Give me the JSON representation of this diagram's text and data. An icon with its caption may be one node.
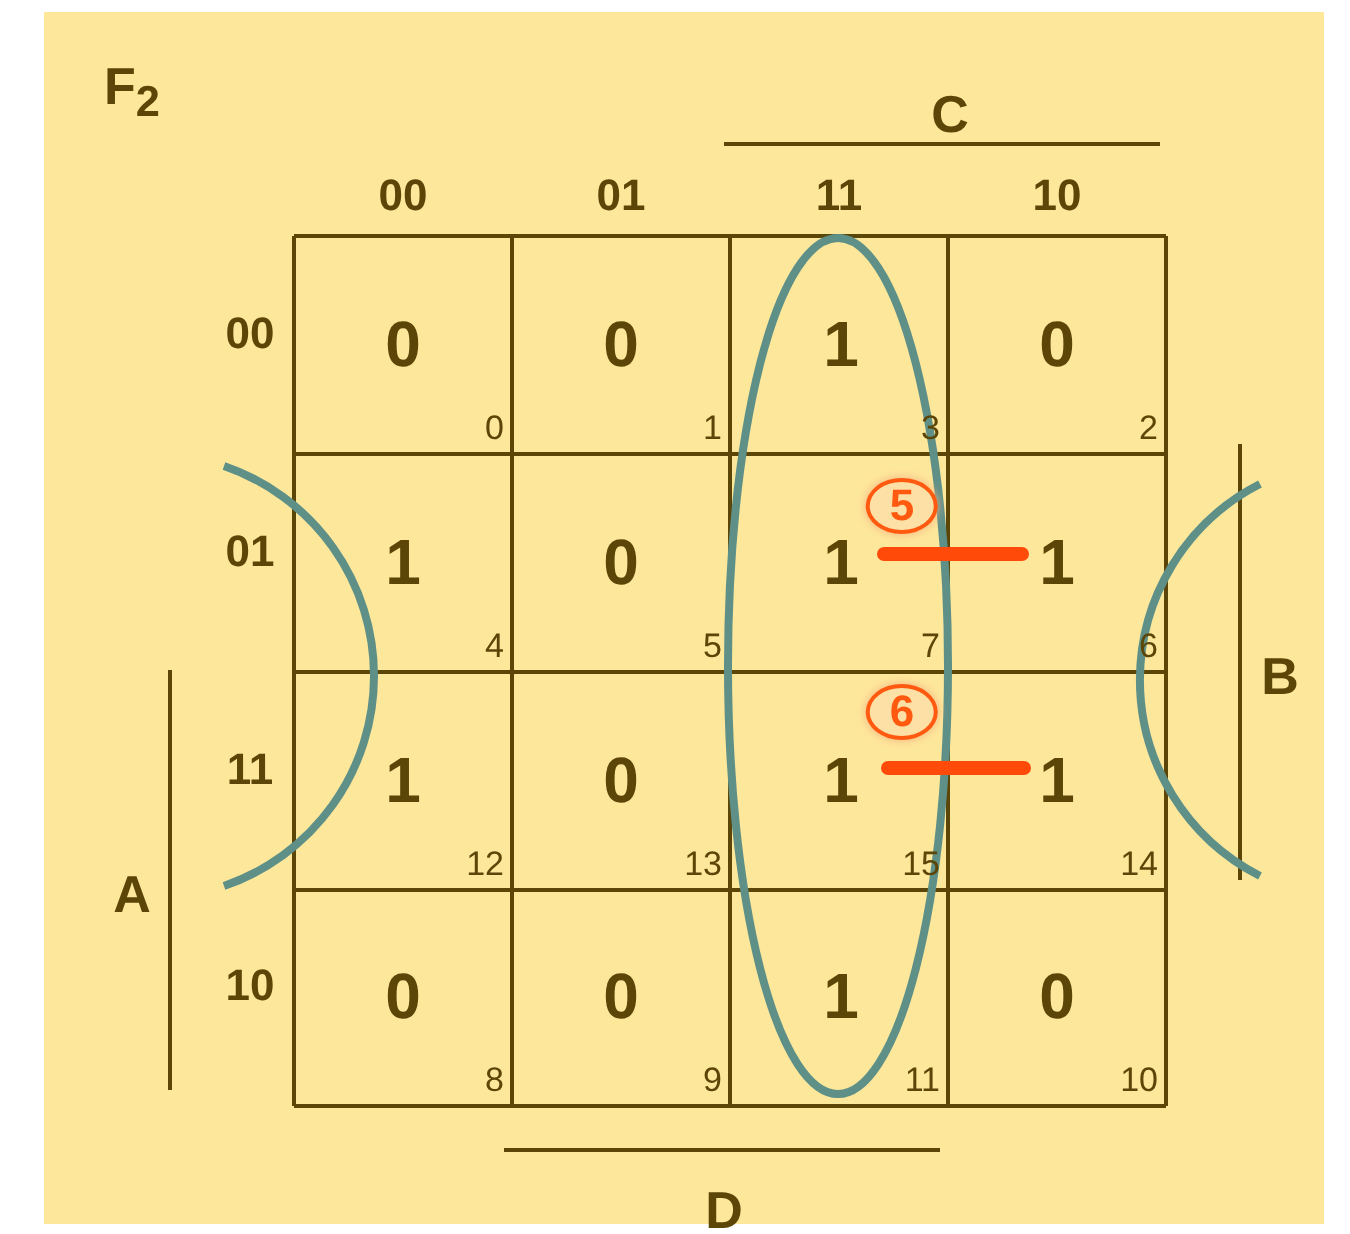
{
  "diagram": {
    "title": "F$_{2}$",
    "labels": [
      "C",
      "00",
      "01",
      "11",
      "10",
      "00",
      "0",
      "0",
      "0",
      "1",
      "1",
      "3",
      "0",
      "2",
      "01",
      "1",
      "4",
      "0",
      "5",
      "5",
      "1",
      "7",
      "1",
      "6",
      "11",
      "1",
      "12",
      "0",
      "13",
      "6",
      "1",
      "15",
      "1",
      "14",
      "10",
      "0",
      "8",
      "0",
      "9",
      "1",
      "11",
      "0",
      "10",
      "A",
      "B",
      "D"
    ]
  }
}
